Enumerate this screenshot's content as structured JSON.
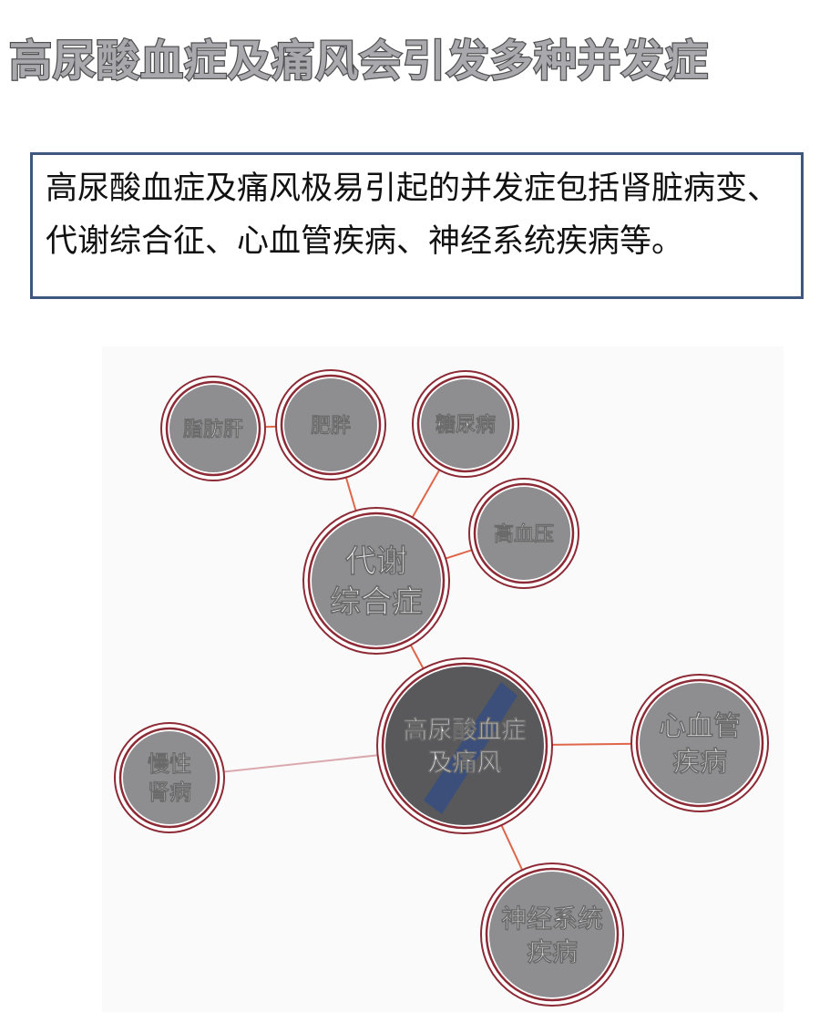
{
  "title": "高尿酸血症及痛风会引发多种并发症",
  "summary": "高尿酸血症及痛风极易引起的并发症包括肾脏病变、代谢综合征、心血管疾病、神经系统疾病等。",
  "diagram": {
    "center": {
      "lines": [
        "高尿酸血症",
        "及痛风"
      ]
    },
    "metabolic": {
      "lines": [
        "代谢",
        "综合症"
      ]
    },
    "fatty_liver": {
      "lines": [
        "脂肪肝"
      ]
    },
    "obesity": {
      "lines": [
        "肥胖"
      ]
    },
    "diabetes": {
      "lines": [
        "糖尿病"
      ]
    },
    "hypertension": {
      "lines": [
        "高血压"
      ]
    },
    "cardio": {
      "lines": [
        "心血管",
        "疾病"
      ]
    },
    "kidney": {
      "lines": [
        "慢性",
        "肾病"
      ]
    },
    "neuro": {
      "lines": [
        "神经系统",
        "疾病"
      ]
    }
  },
  "colors": {
    "ring": "#8c2a35",
    "line": "#e0664a",
    "node_fill": "#8e8e90",
    "border": "#3d587c"
  }
}
